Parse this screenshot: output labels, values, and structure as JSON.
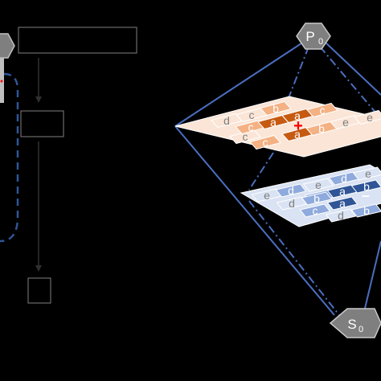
{
  "nodes": {
    "top_label": "P",
    "top_sub": "0",
    "bottom_label": "S",
    "bottom_sub": "0"
  },
  "colors": {
    "background": "#000000",
    "outline_blue": "#4a6fc0",
    "node_gray": "#7f7f7f",
    "node_edge": "#c8c8c8",
    "orange_dark": "#c65a11",
    "orange_mid": "#f4b183",
    "orange_light": "#fbe5d6",
    "blue_dark": "#2f5597",
    "blue_mid": "#8faadc",
    "blue_light": "#dae3f3",
    "left_box_stroke": "#7f7f7f",
    "arrow": "#404040"
  },
  "upper_grid": {
    "marker": "+",
    "marker_color": "#ff0000",
    "cells": [
      {
        "label": "d",
        "tone": "light"
      },
      {
        "label": "c",
        "tone": "light"
      },
      {
        "label": "b",
        "tone": "mid"
      },
      {
        "label": "c",
        "tone": "light"
      },
      {
        "label": "c",
        "tone": "mid"
      },
      {
        "label": "a",
        "tone": "dark"
      },
      {
        "label": "a",
        "tone": "dark"
      },
      {
        "label": "c",
        "tone": "mid"
      },
      {
        "label": "c",
        "tone": "mid"
      },
      {
        "label": "a",
        "tone": "dark"
      },
      {
        "label": "b",
        "tone": "mid"
      },
      {
        "label": "e",
        "tone": "light"
      },
      {
        "label": "e",
        "tone": "light"
      }
    ]
  },
  "lower_grid": {
    "marker": "–",
    "marker_color": "#ffffff",
    "cells": [
      {
        "label": "e",
        "tone": "light"
      },
      {
        "label": "d",
        "tone": "mid"
      },
      {
        "label": "e",
        "tone": "light"
      },
      {
        "label": "c",
        "tone": "mid"
      },
      {
        "label": "a",
        "tone": "dark"
      },
      {
        "label": "b",
        "tone": "dark"
      },
      {
        "label": "d",
        "tone": "light"
      },
      {
        "label": "b",
        "tone": "mid"
      },
      {
        "label": "a",
        "tone": "dark"
      },
      {
        "label": "c",
        "tone": "mid"
      },
      {
        "label": "d",
        "tone": "light"
      },
      {
        "label": "b",
        "tone": "mid"
      },
      {
        "label": "d",
        "tone": "mid"
      },
      {
        "label": "e",
        "tone": "light"
      }
    ]
  }
}
